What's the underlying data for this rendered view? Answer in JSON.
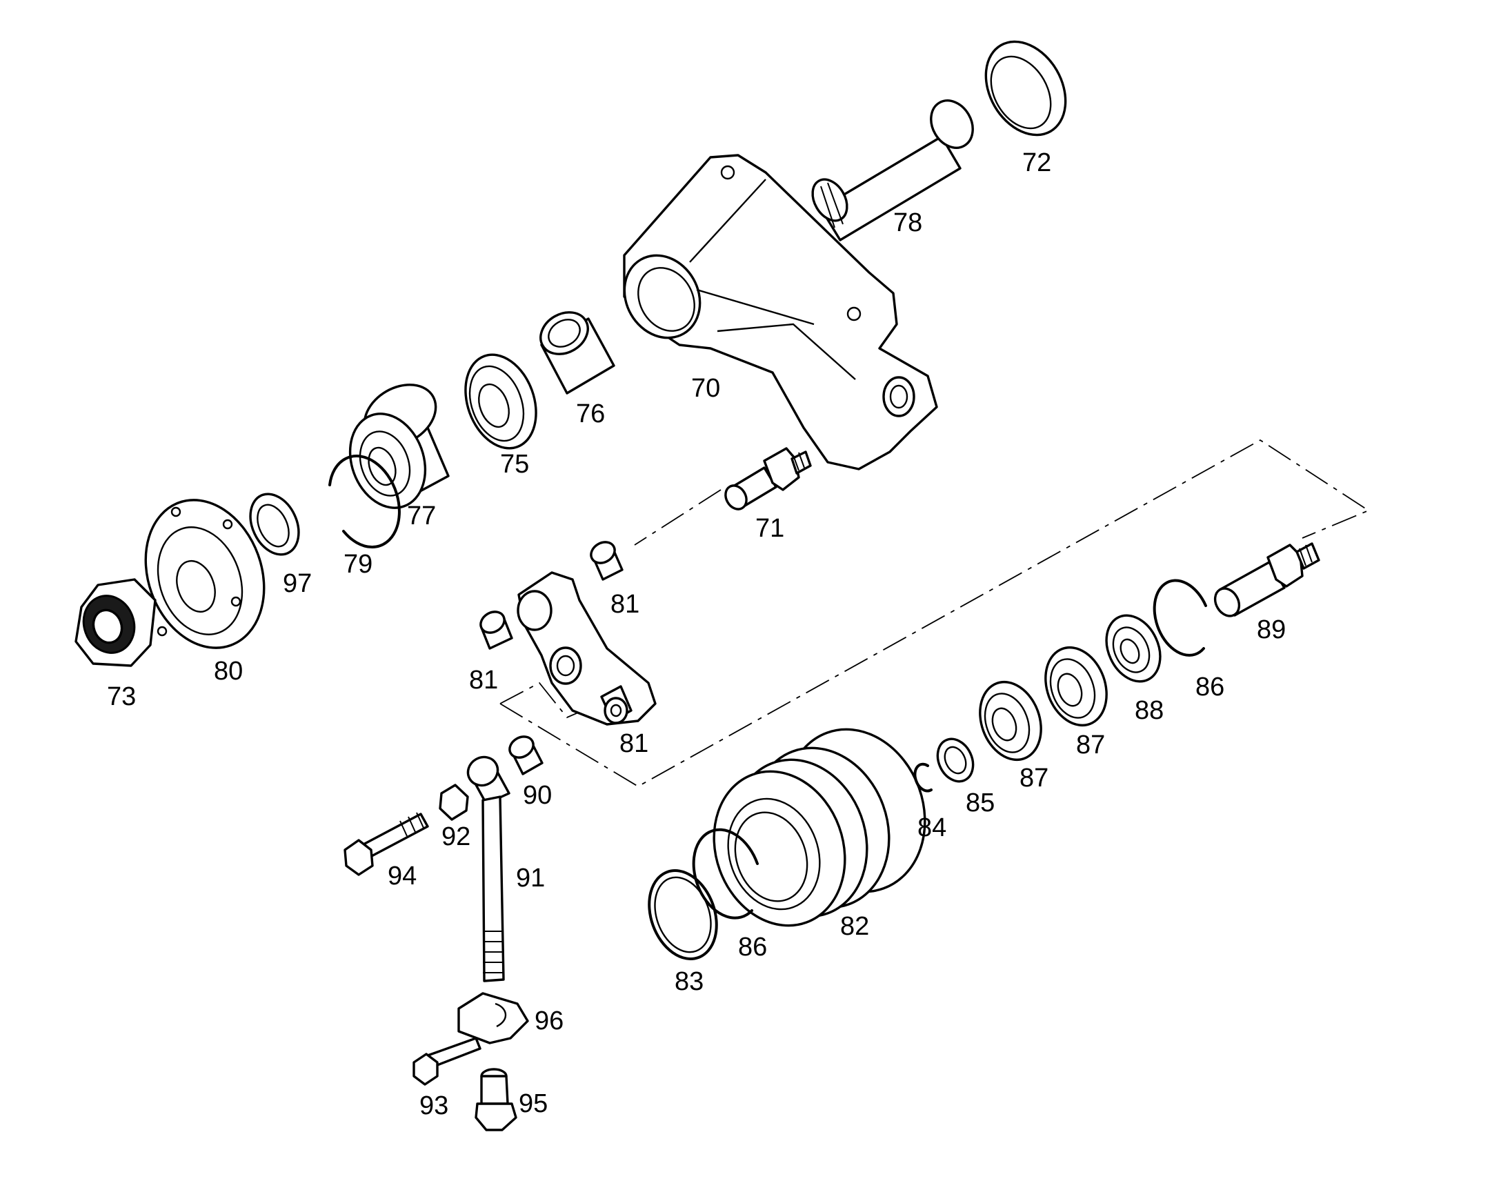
{
  "colors": {
    "line": "#000000",
    "background": "#ffffff"
  },
  "callouts": {
    "p70": "70",
    "p71": "71",
    "p72": "72",
    "p73": "73",
    "p75": "75",
    "p76": "76",
    "p77": "77",
    "p78": "78",
    "p79": "79",
    "p80": "80",
    "p81a": "81",
    "p81b": "81",
    "p81c": "81",
    "p82": "82",
    "p83": "83",
    "p84": "84",
    "p85": "85",
    "p86a": "86",
    "p86b": "86",
    "p87a": "87",
    "p87b": "87",
    "p88": "88",
    "p89": "89",
    "p90": "90",
    "p91": "91",
    "p92": "92",
    "p93": "93",
    "p94": "94",
    "p95": "95",
    "p96": "96",
    "p97": "97"
  }
}
